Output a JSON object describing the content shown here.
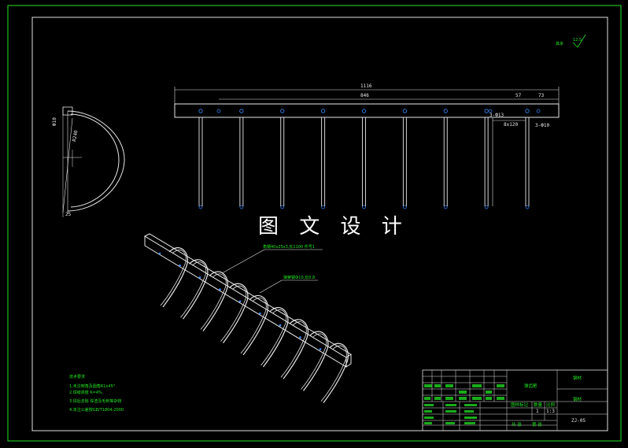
{
  "watermark": "图 文 设 计",
  "roughness_mark": "其余",
  "roughness_value": "12.5",
  "front_view": {
    "dim_total": "1116",
    "dim_span": "846",
    "dim_end1": "57",
    "dim_end2": "73",
    "hole_note_left": "3-Ф13",
    "hole_note_right": "3-Ф10",
    "bolt_note": "8x120",
    "tine_count": 9
  },
  "side_view": {
    "dim_top": "Ф10",
    "dim_angle": "R240",
    "dim_bottom": "25"
  },
  "iso_view": {
    "callout_1": "角钢40x25x3,长1100  件号1",
    "callout_2": "弹簧钢Ф10,长0.8"
  },
  "tech_notes": {
    "title": "技术要求",
    "items": [
      "1.未注倒角及圆角R1x45°",
      "2.焊缝高度 K=4%",
      "3.焊后去除 焊渣及毛刺等杂物",
      "4.未注公差按GB/T1804-2000"
    ]
  },
  "title_block": {
    "part_name": "弹齿耙",
    "material": "钢材",
    "scale_label": "比例",
    "scale_value": "1:3",
    "qty_label": "数量",
    "qty_value": "1",
    "drawing_no": "ZJ-05",
    "col_labels": [
      "图样标记",
      "数量",
      "比例"
    ],
    "bottom_labels": [
      "共 张",
      "第 张"
    ]
  }
}
